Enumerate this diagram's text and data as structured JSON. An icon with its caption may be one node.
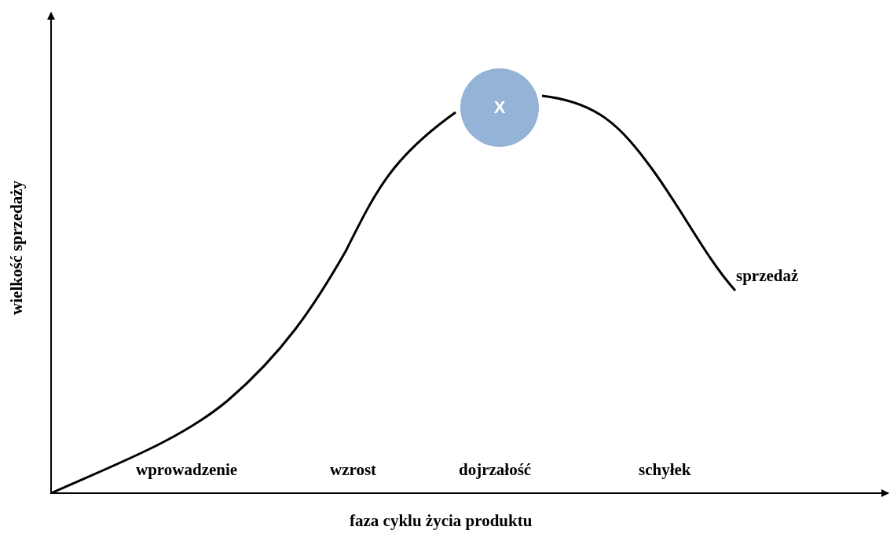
{
  "diagram": {
    "nodes": [
      {
        "text": [
          "X"
        ]
      }
    ],
    "labels": [
      "wielkość sprzedaży",
      "sprzedaż",
      "wprowadzenie",
      "wzrost",
      "dojrzałość",
      "schyłek",
      "faza cyklu życia produktu"
    ]
  }
}
